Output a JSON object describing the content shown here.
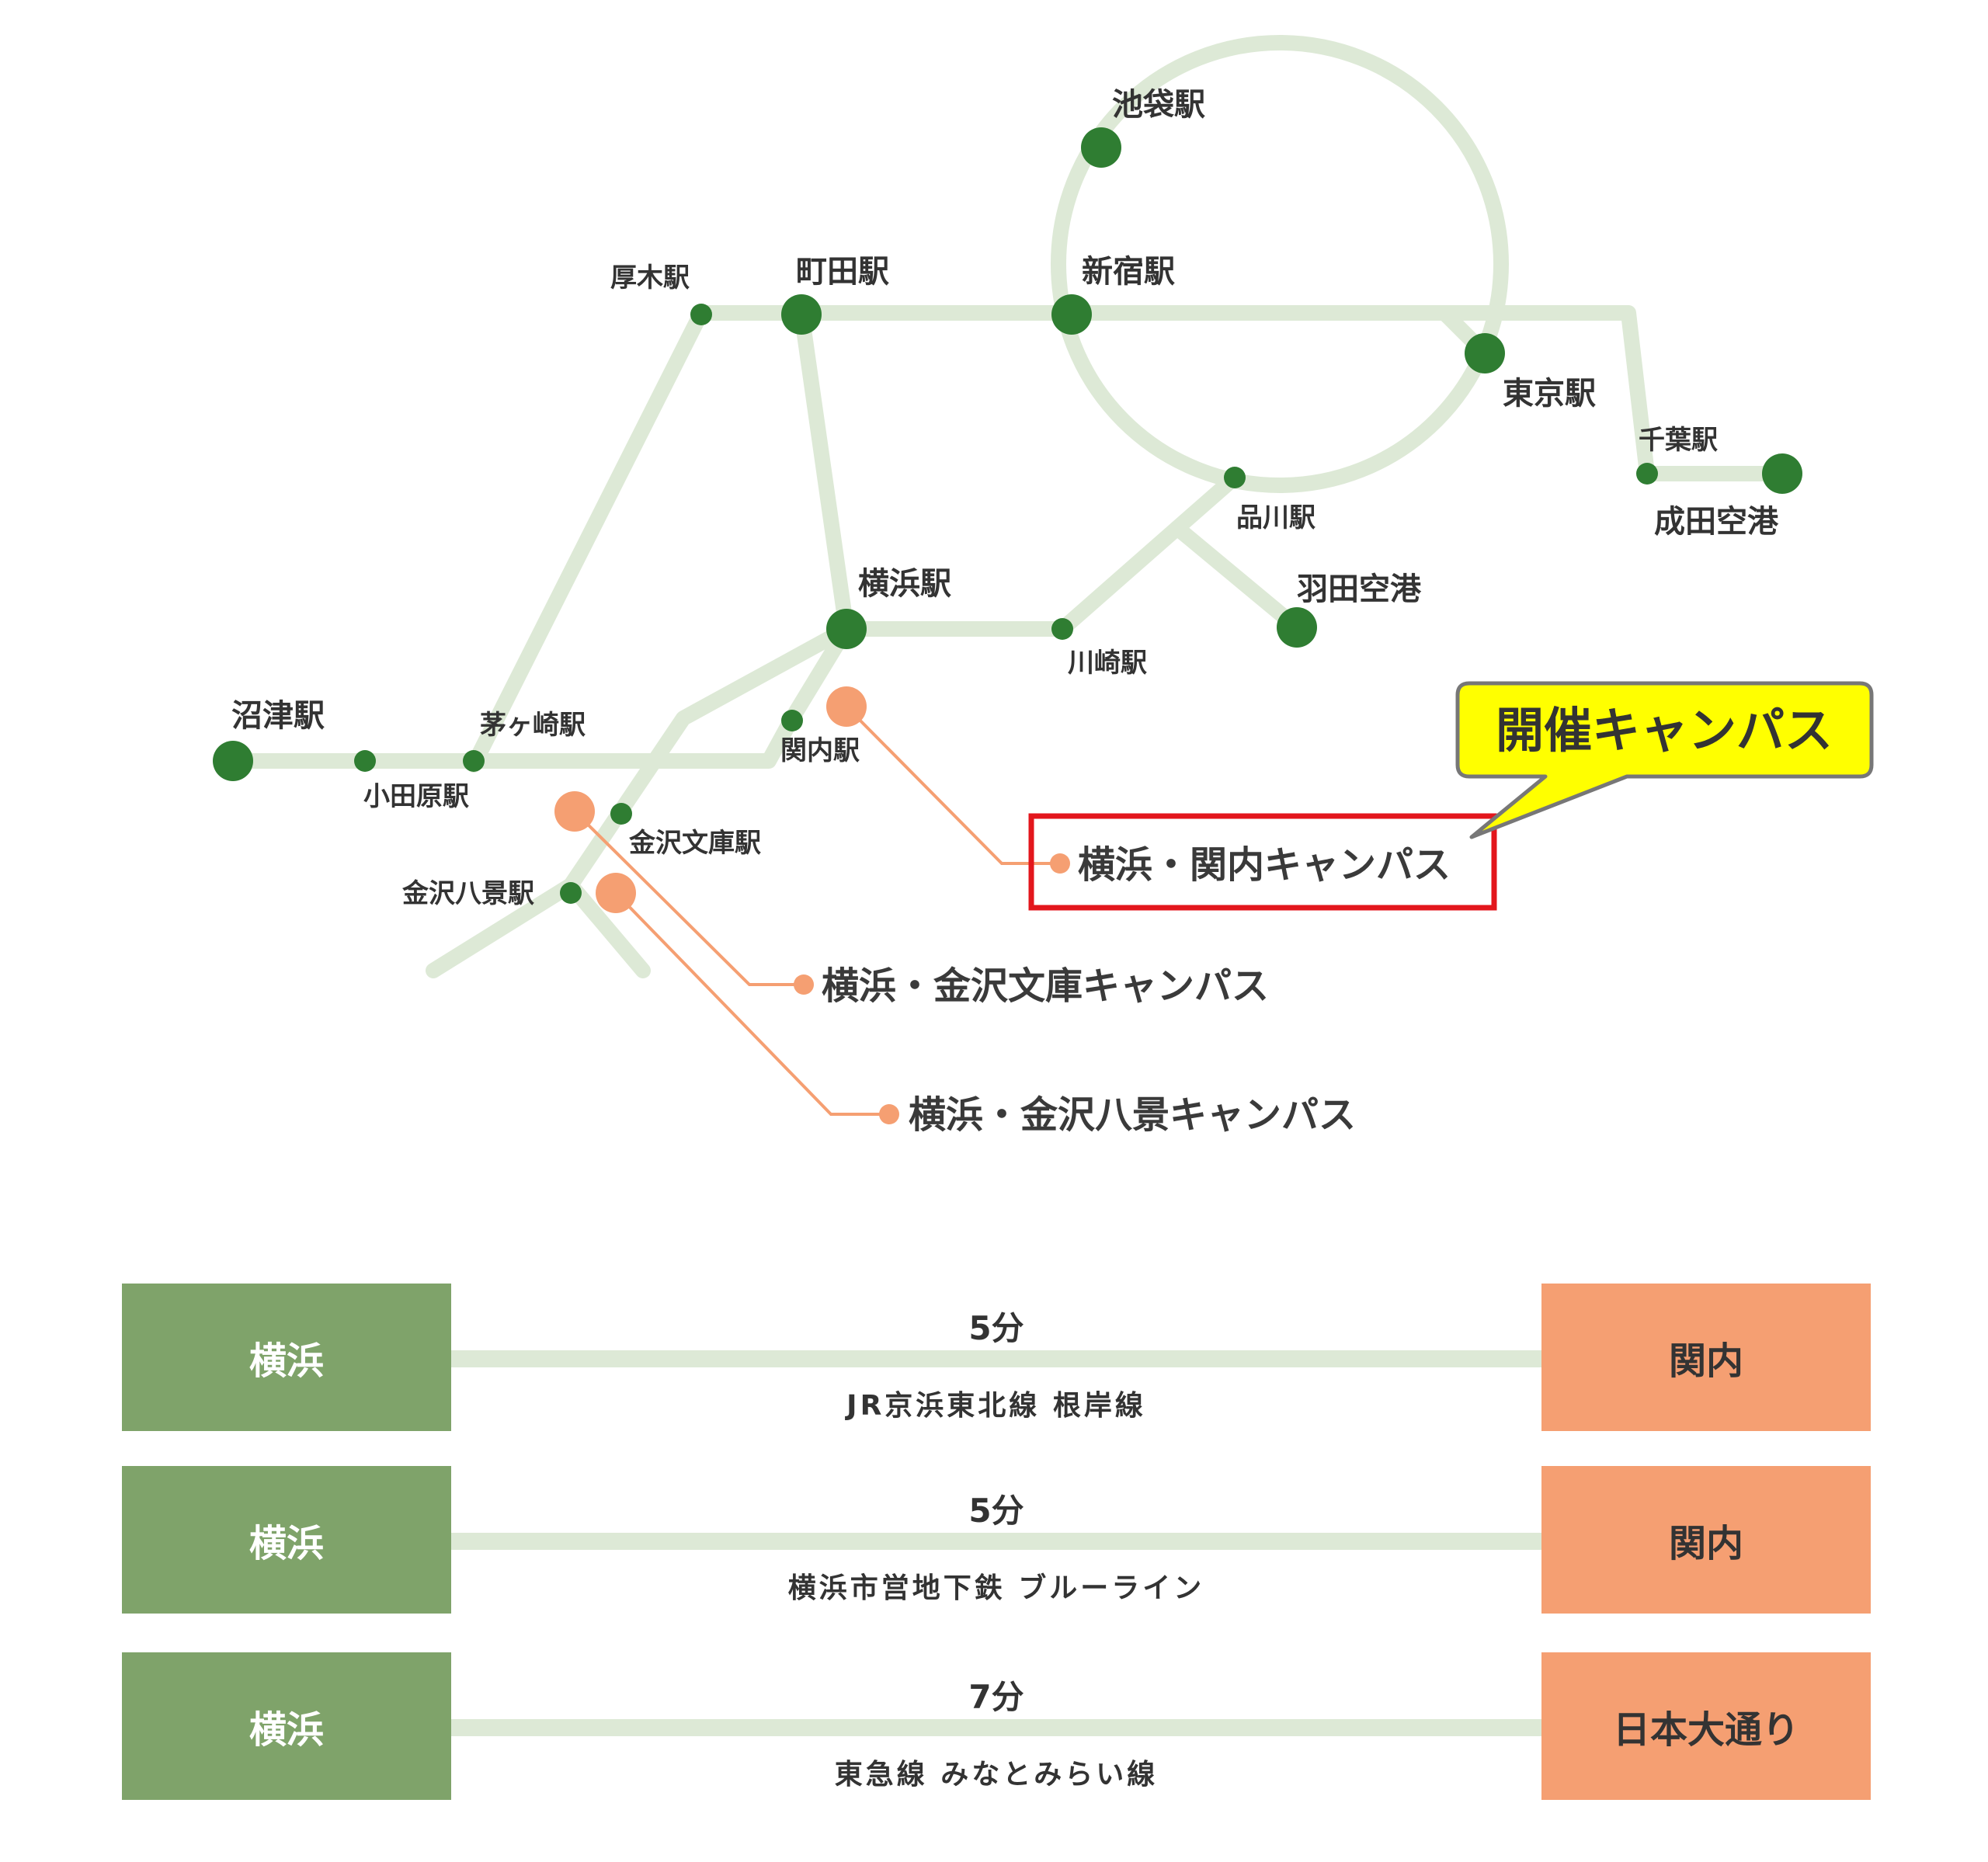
{
  "map": {
    "stations": {
      "ikebukuro": "池袋駅",
      "shinjuku": "新宿駅",
      "machida": "町田駅",
      "atsugi": "厚木駅",
      "tokyo": "東京駅",
      "chiba": "千葉駅",
      "narita": "成田空港",
      "shinagawa": "品川駅",
      "haneda": "羽田空港",
      "yokohama": "横浜駅",
      "kawasaki": "川崎駅",
      "numazu": "沼津駅",
      "odawara": "小田原駅",
      "chigasaki": "茅ヶ崎駅",
      "kannai": "関内駅",
      "kanazawabunko": "金沢文庫駅",
      "kanazawahakkei": "金沢八景駅"
    },
    "campuses": {
      "kannai": "横浜・関内キャンパス",
      "kanazawabunko": "横浜・金沢文庫キャンパス",
      "kanazawahakkei": "横浜・金沢八景キャンパス"
    },
    "callout": "開催キャンパス",
    "colors": {
      "line": "#dde9d6",
      "station": "#2f7d32",
      "campus": "#f59f72",
      "callout_fill": "#ffff00",
      "highlight": "#e3161c"
    }
  },
  "routes": [
    {
      "from": "横浜",
      "to": "関内",
      "time": "5分",
      "line": "JR京浜東北線 根岸線"
    },
    {
      "from": "横浜",
      "to": "関内",
      "time": "5分",
      "line": "横浜市営地下鉄 ブルーライン"
    },
    {
      "from": "横浜",
      "to": "日本大通り",
      "time": "7分",
      "line": "東急線 みなとみらい線"
    }
  ]
}
